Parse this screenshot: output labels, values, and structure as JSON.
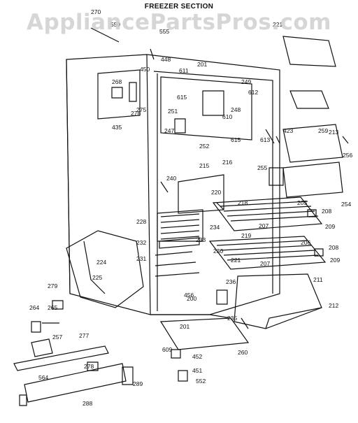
{
  "title": "FREEZER SECTION",
  "watermark": "AppliancePartsPros.com",
  "part_numbers": [
    "270",
    "559",
    "555",
    "221",
    "448",
    "611",
    "201",
    "450",
    "268",
    "251",
    "615",
    "249",
    "275",
    "276",
    "248",
    "612",
    "435",
    "247",
    "610",
    "423",
    "259",
    "213",
    "615",
    "613",
    "252",
    "256",
    "215",
    "216",
    "255",
    "240",
    "220",
    "218",
    "205",
    "208",
    "254",
    "228",
    "234",
    "207",
    "209",
    "233",
    "219",
    "232",
    "230",
    "206",
    "208",
    "224",
    "231",
    "221",
    "207",
    "209",
    "211",
    "225",
    "236",
    "279",
    "456",
    "200",
    "212",
    "264",
    "265",
    "201",
    "235",
    "257",
    "277",
    "609",
    "452",
    "260",
    "278",
    "451",
    "564",
    "552",
    "289",
    "288"
  ],
  "colors": {
    "ink": "#111111",
    "watermark": "#cfcfcf",
    "background": "#ffffff"
  }
}
